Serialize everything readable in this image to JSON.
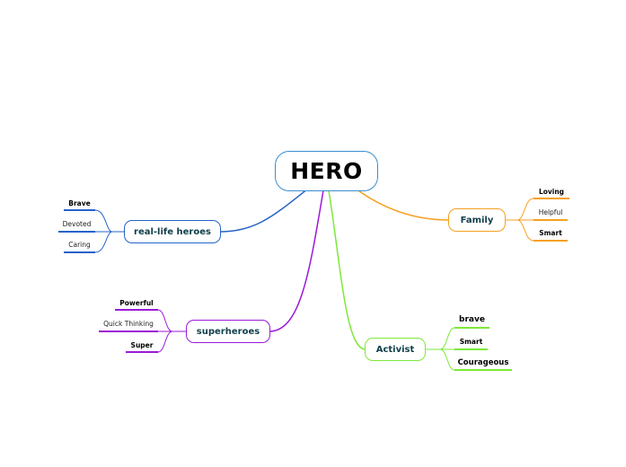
{
  "root": {
    "label": "HERO",
    "color": "#3a8fd0"
  },
  "branches": {
    "real_life_heroes": {
      "label": "real-life heroes",
      "color": "#2563c9",
      "leaves": [
        "Brave",
        "Devoted",
        "Caring"
      ]
    },
    "family": {
      "label": "Family",
      "color": "#f5a020",
      "leaves": [
        "Loving",
        "Helpful",
        "Smart"
      ]
    },
    "superheroes": {
      "label": "superheroes",
      "color": "#9b1ad8",
      "leaves": [
        "Powerful",
        "Quick Thinking",
        "Super"
      ]
    },
    "activist": {
      "label": "Activist",
      "color": "#7ee83a",
      "leaves": [
        "brave",
        "Smart",
        "Courageous"
      ]
    }
  }
}
